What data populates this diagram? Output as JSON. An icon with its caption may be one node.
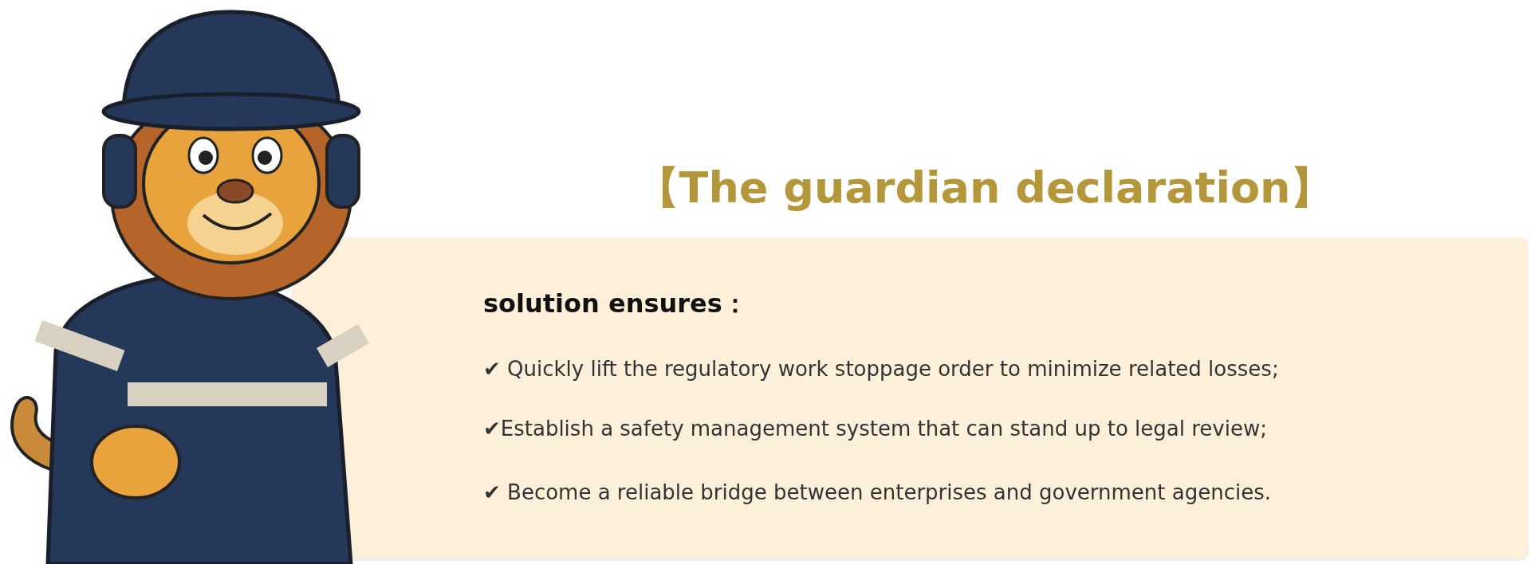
{
  "diagram": {
    "title": "【The guardian declaration】",
    "nodes": [
      {
        "text": [
          "solution ensures：",
          "✔ Quickly lift the regulatory work stoppage order to minimize related losses;",
          "✔Establish a safety management system that can stand up to legal review;",
          "✔ Become a reliable bridge between enterprises and government agencies."
        ]
      }
    ]
  }
}
